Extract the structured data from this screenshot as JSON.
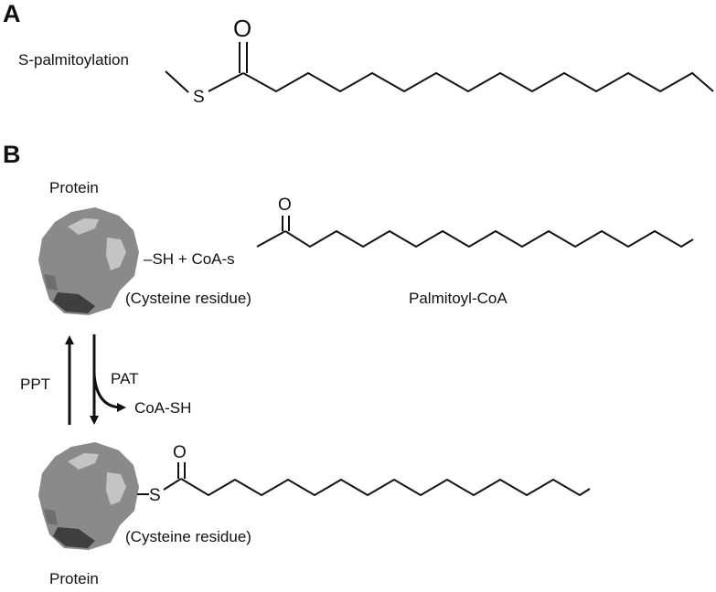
{
  "panels": {
    "a": {
      "label": "A",
      "modification_label": "S-palmitoylation",
      "sulfur": "S",
      "oxygen": "O"
    },
    "b": {
      "label": "B",
      "top": {
        "protein_label": "Protein",
        "thiol_text": "–SH + CoA-s",
        "residue_label": "(Cysteine residue)",
        "oxygen": "O",
        "substrate_label": "Palmitoyl-CoA"
      },
      "reverse_enzyme": "PPT",
      "forward_enzyme": "PAT",
      "byproduct": "CoA-SH",
      "bottom": {
        "sulfur": "S",
        "oxygen": "O",
        "residue_label": "(Cysteine residue)",
        "protein_label": "Protein"
      }
    }
  },
  "colors": {
    "ink": "#111111",
    "protein_body": "#8a8a8a",
    "protein_highlight": "#c4c4c4",
    "protein_shadow": "#3f3f3f",
    "background": "#ffffff"
  }
}
